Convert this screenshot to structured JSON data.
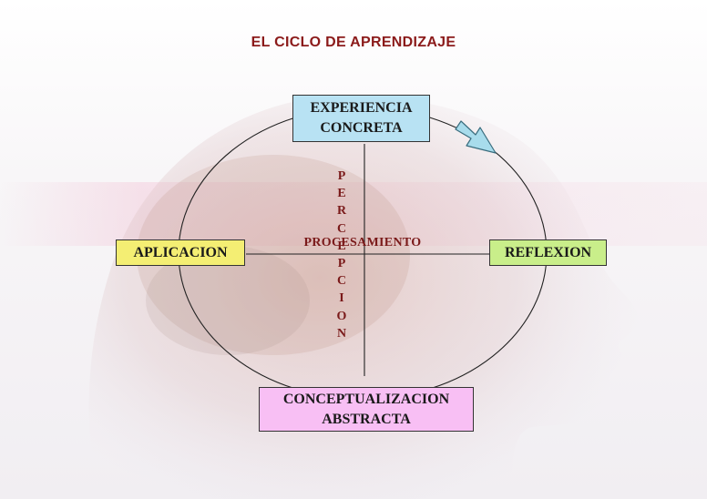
{
  "title": "EL CICLO DE APRENDIZAJE",
  "boxes": {
    "top": {
      "line1": "EXPERIENCIA",
      "line2": "CONCRETA",
      "color": "#b8e2f3"
    },
    "left": {
      "label": "APLICACION",
      "color": "#f4ee73"
    },
    "right": {
      "label": "REFLEXION",
      "color": "#c9ee8a"
    },
    "bottom": {
      "line1": "CONCEPTUALIZACION",
      "line2": "ABSTRACTA",
      "color": "#f8bff4"
    }
  },
  "axes": {
    "horizontal_label": "PROCESAMIENTO",
    "vertical_label": "PERCEPCION"
  },
  "colors": {
    "title": "#8b1a1a",
    "axis_label": "#7a1a1a",
    "arrow": "#a8dcec"
  }
}
